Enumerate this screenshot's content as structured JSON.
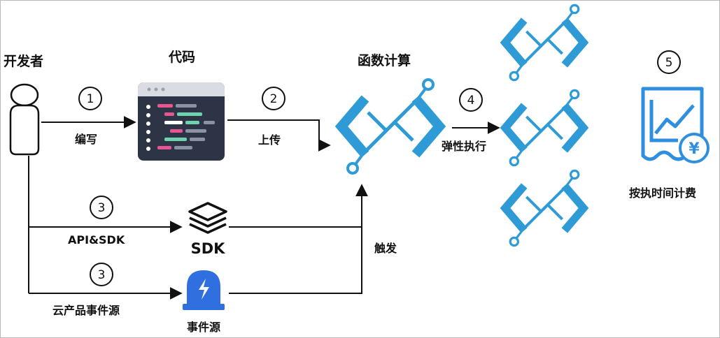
{
  "nodes": {
    "developer": "开发者",
    "code": "代码",
    "fc": "函数计算",
    "sdk_icon_text": "SDK",
    "event_source": "事件源",
    "billing": "按执时间计费"
  },
  "edges": {
    "write": "编写",
    "upload": "上传",
    "api_sdk": "API&SDK",
    "cloud_event": "云产品事件源",
    "trigger": "触发",
    "elastic": "弹性执行"
  },
  "steps": {
    "s1": "1",
    "s2": "2",
    "s3a": "3",
    "s3b": "3",
    "s4": "4",
    "s5": "5"
  },
  "colors": {
    "accent_blue": "#2e9bd6",
    "billing_blue": "#2f8fdf",
    "event_blue": "#2f6fe0",
    "code_bg": "#2d3446",
    "line": "#111111"
  }
}
